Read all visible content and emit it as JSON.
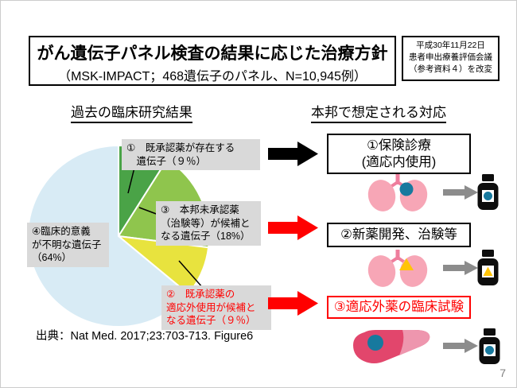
{
  "title": {
    "line1": "がん遺伝子パネル検査の結果に応じた治療方針",
    "line2": "（MSK-IMPACT；468遺伝子のパネル、N=10,945例）"
  },
  "reference_box": {
    "text": "平成30年11月22日\n患者申出療養評価会議\n（参考資料４）を改変"
  },
  "headers": {
    "left": "過去の臨床研究結果",
    "right": "本邦で想定される対応"
  },
  "chart_data": {
    "type": "pie",
    "title": "過去の臨床研究結果（MSK-IMPACT；468遺伝子のパネル、N=10,945例）",
    "unit": "%",
    "start_angle": "12時の位置から時計回り",
    "slices": [
      {
        "number": "①",
        "name": "既承認薬が存在する遺伝子",
        "value": 9,
        "color": "#4aa347"
      },
      {
        "number": "③",
        "name": "本邦未承認薬（治験等）が候補となる遺伝子",
        "value": 18,
        "color": "#8fc54d"
      },
      {
        "number": "②",
        "name": "既承認薬の適応外使用が候補となる遺伝子",
        "value": 9,
        "color": "#e8e33e"
      },
      {
        "number": "④",
        "name": "臨床的意義が不明な遺伝子",
        "value": 64,
        "color": "#d8ebf5"
      }
    ]
  },
  "pie_labels": {
    "approved": "①　既承認薬が存在する\n　遺伝子（９％）",
    "unapproved": "③　本邦未承認薬\n（治験等）が候補と\nなる遺伝子（18%）",
    "unknown": "④臨床的意義\nが不明な遺伝子\n（64%）",
    "offlabel": "②　既承認薬の\n適応外使用が候補と\nなる遺伝子（９％）"
  },
  "response_boxes": [
    {
      "text": "①保険診療\n(適応内使用)",
      "variant": "black"
    },
    {
      "text": "②新薬開発、治験等",
      "variant": "black"
    },
    {
      "text": "③適応外薬の臨床試験",
      "variant": "red"
    }
  ],
  "icons": {
    "row1_left": "lungs-biomarker-circle-icon",
    "row1_arrow": "arrow-right-icon",
    "row1_right": "medicine-bottle-circle-icon",
    "row2_left": "lungs-biomarker-triangle-icon",
    "row2_arrow": "arrow-right-icon",
    "row2_right": "medicine-bottle-triangle-icon",
    "row3_left": "liver-biomarker-circle-icon",
    "row3_arrow": "arrow-right-icon",
    "row3_right": "medicine-bottle-circle-icon"
  },
  "colors": {
    "accent_red": "#ff0000",
    "label_bg": "#d9d9d9",
    "teal_marker": "#17799e",
    "yellow_marker": "#ffc408",
    "lung_pink": "#f7a6b6",
    "liver_crimson": "#e2466c",
    "gray_arrow": "#8c8c8c"
  },
  "source": "出典：Nat Med. 2017;23:703-713. Figure6",
  "page_number": "7"
}
